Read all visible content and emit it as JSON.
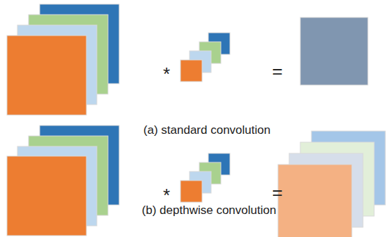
{
  "diagram": {
    "labels": [
      "*",
      "=",
      "(a) standard convolution",
      "*",
      "=",
      "(b) depthwise convolution"
    ]
  }
}
